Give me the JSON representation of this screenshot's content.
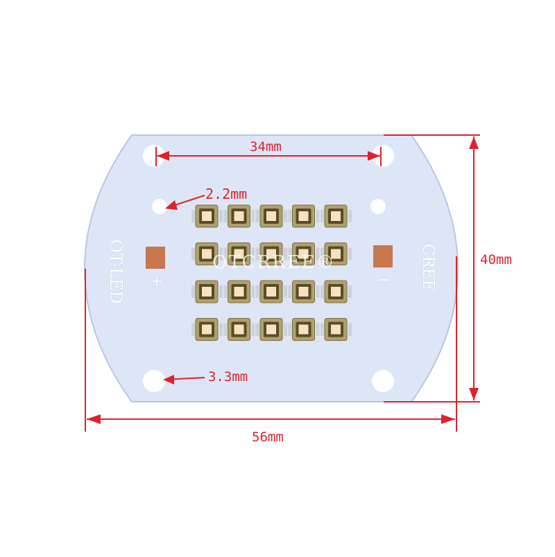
{
  "colors": {
    "board": "#dde6f6",
    "board_edge": "#b9c6de",
    "copper_pad": "#c8774e",
    "led_body": "#b0a06a",
    "led_die": "#f4e3bc",
    "dimension": "#e0202a"
  },
  "dimensions": {
    "hole_spacing": "34mm",
    "small_hole": "2.2mm",
    "mount_hole": "3.3mm",
    "height": "40mm",
    "width": "56mm"
  },
  "board": {
    "brand_left": "OT-LED",
    "brand_right": "CREE",
    "plus_sign": "+",
    "minus_sign": "−",
    "watermark": "OTCRREE®",
    "led_grid": {
      "rows": 4,
      "columns": 5
    }
  }
}
